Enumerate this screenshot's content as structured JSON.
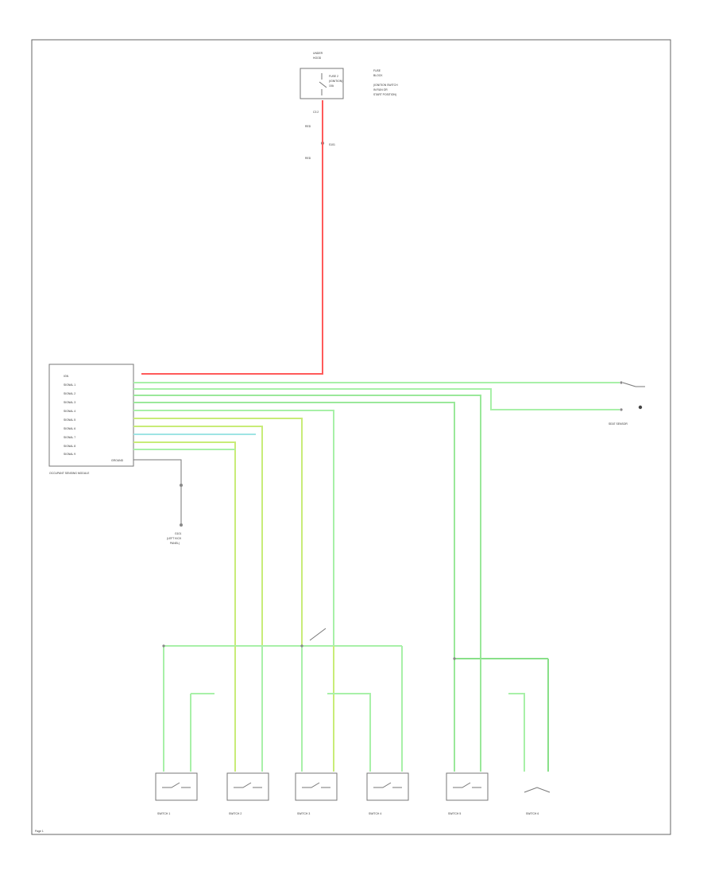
{
  "fuse_block": {
    "title": [
      "UNDER",
      "HOOD",
      "FUSE",
      "BLOCK"
    ],
    "fuse_label": [
      "FUSE 2",
      "(IGNITION)",
      "10A"
    ],
    "note": [
      "(IGNITION SWITCH",
      "IN RUN OR",
      "START POSITION)"
    ],
    "pin": "C3  2",
    "splice": "S101",
    "wire": "RED"
  },
  "module": {
    "title": "OCCUPANT SENSING MODULE",
    "pins": [
      "IGN",
      "SIGNAL 1",
      "SIGNAL 2",
      "SIGNAL 3",
      "SIGNAL 4",
      "SIGNAL 5",
      "SIGNAL 6",
      "SIGNAL 7",
      "SIGNAL 8",
      "SIGNAL 9",
      "GROUND"
    ],
    "ground_label": [
      "G101",
      "(LEFT KICK",
      "PANEL)"
    ]
  },
  "components": [
    {
      "name": "SWITCH 1"
    },
    {
      "name": "SWITCH 2"
    },
    {
      "name": "SWITCH 3"
    },
    {
      "name": "SWITCH 4"
    },
    {
      "name": "SWITCH 5"
    },
    {
      "name": "SWITCH 6"
    }
  ],
  "right_component": "SEAT SENSOR",
  "footer": "Page 1"
}
